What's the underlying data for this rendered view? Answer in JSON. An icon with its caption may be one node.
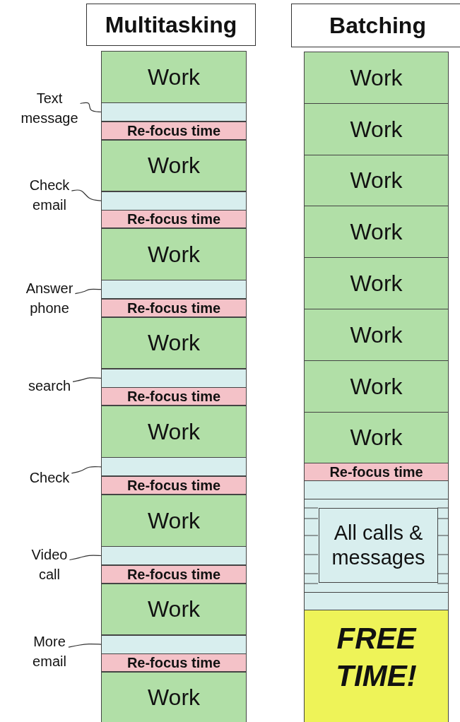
{
  "diagram": {
    "nodes": [
      {
        "text": [
          "Multitasking"
        ]
      },
      {
        "text": [
          "Batching"
        ]
      },
      {
        "text": [
          "Work"
        ]
      },
      {
        "text": [],
        "shape": "box"
      },
      {
        "text": [
          "Re-focus time"
        ]
      },
      {
        "text": [
          "Work"
        ]
      },
      {
        "text": [],
        "shape": "box"
      },
      {
        "text": [
          "Re-focus time"
        ]
      },
      {
        "text": [
          "Work"
        ]
      },
      {
        "text": [],
        "shape": "box"
      },
      {
        "text": [
          "Re-focus time"
        ]
      },
      {
        "text": [
          "Work"
        ]
      },
      {
        "text": [],
        "shape": "box"
      },
      {
        "text": [
          "Re-focus time"
        ]
      },
      {
        "text": [
          "Work"
        ]
      },
      {
        "text": [],
        "shape": "box"
      },
      {
        "text": [
          "Re-focus time"
        ]
      },
      {
        "text": [
          "Work"
        ]
      },
      {
        "text": [],
        "shape": "box"
      },
      {
        "text": [
          "Re-focus time"
        ]
      },
      {
        "text": [
          "Work"
        ]
      },
      {
        "text": [],
        "shape": "box"
      },
      {
        "text": [
          "Re-focus time"
        ]
      },
      {
        "text": [
          "Work"
        ]
      },
      {
        "text": [
          "Text message"
        ]
      },
      {
        "text": [
          "Check email"
        ]
      },
      {
        "text": [
          "Answer phone"
        ]
      },
      {
        "text": [
          "search"
        ]
      },
      {
        "text": [
          "Check"
        ]
      },
      {
        "text": [
          "Video call"
        ]
      },
      {
        "text": [
          "More email"
        ]
      },
      {
        "text": [
          "Work"
        ]
      },
      {
        "text": [
          "Work"
        ]
      },
      {
        "text": [
          "Work"
        ]
      },
      {
        "text": [
          "Work"
        ]
      },
      {
        "text": [
          "Work"
        ]
      },
      {
        "text": [
          "Work"
        ]
      },
      {
        "text": [
          "Work"
        ]
      },
      {
        "text": [
          "Work"
        ]
      },
      {
        "text": [
          "Re-focus time"
        ]
      },
      {
        "text": [],
        "shape": "box"
      },
      {
        "text": [],
        "shape": "box"
      },
      {
        "text": [
          "All calls & messages"
        ],
        "in": 41
      },
      {
        "text": [],
        "shape": "box"
      },
      {
        "text": [
          "FREE TIME!"
        ]
      }
    ],
    "edges": [
      {
        "from": 24,
        "to": 3,
        "arrow": "none"
      },
      {
        "from": 25,
        "to": 6,
        "arrow": "none"
      },
      {
        "from": 26,
        "to": 9,
        "arrow": "none"
      },
      {
        "from": 27,
        "to": 12,
        "arrow": "none"
      },
      {
        "from": 28,
        "to": 15,
        "arrow": "none"
      },
      {
        "from": 29,
        "to": 18,
        "arrow": "none"
      },
      {
        "from": 30,
        "to": 21,
        "arrow": "none"
      }
    ]
  }
}
